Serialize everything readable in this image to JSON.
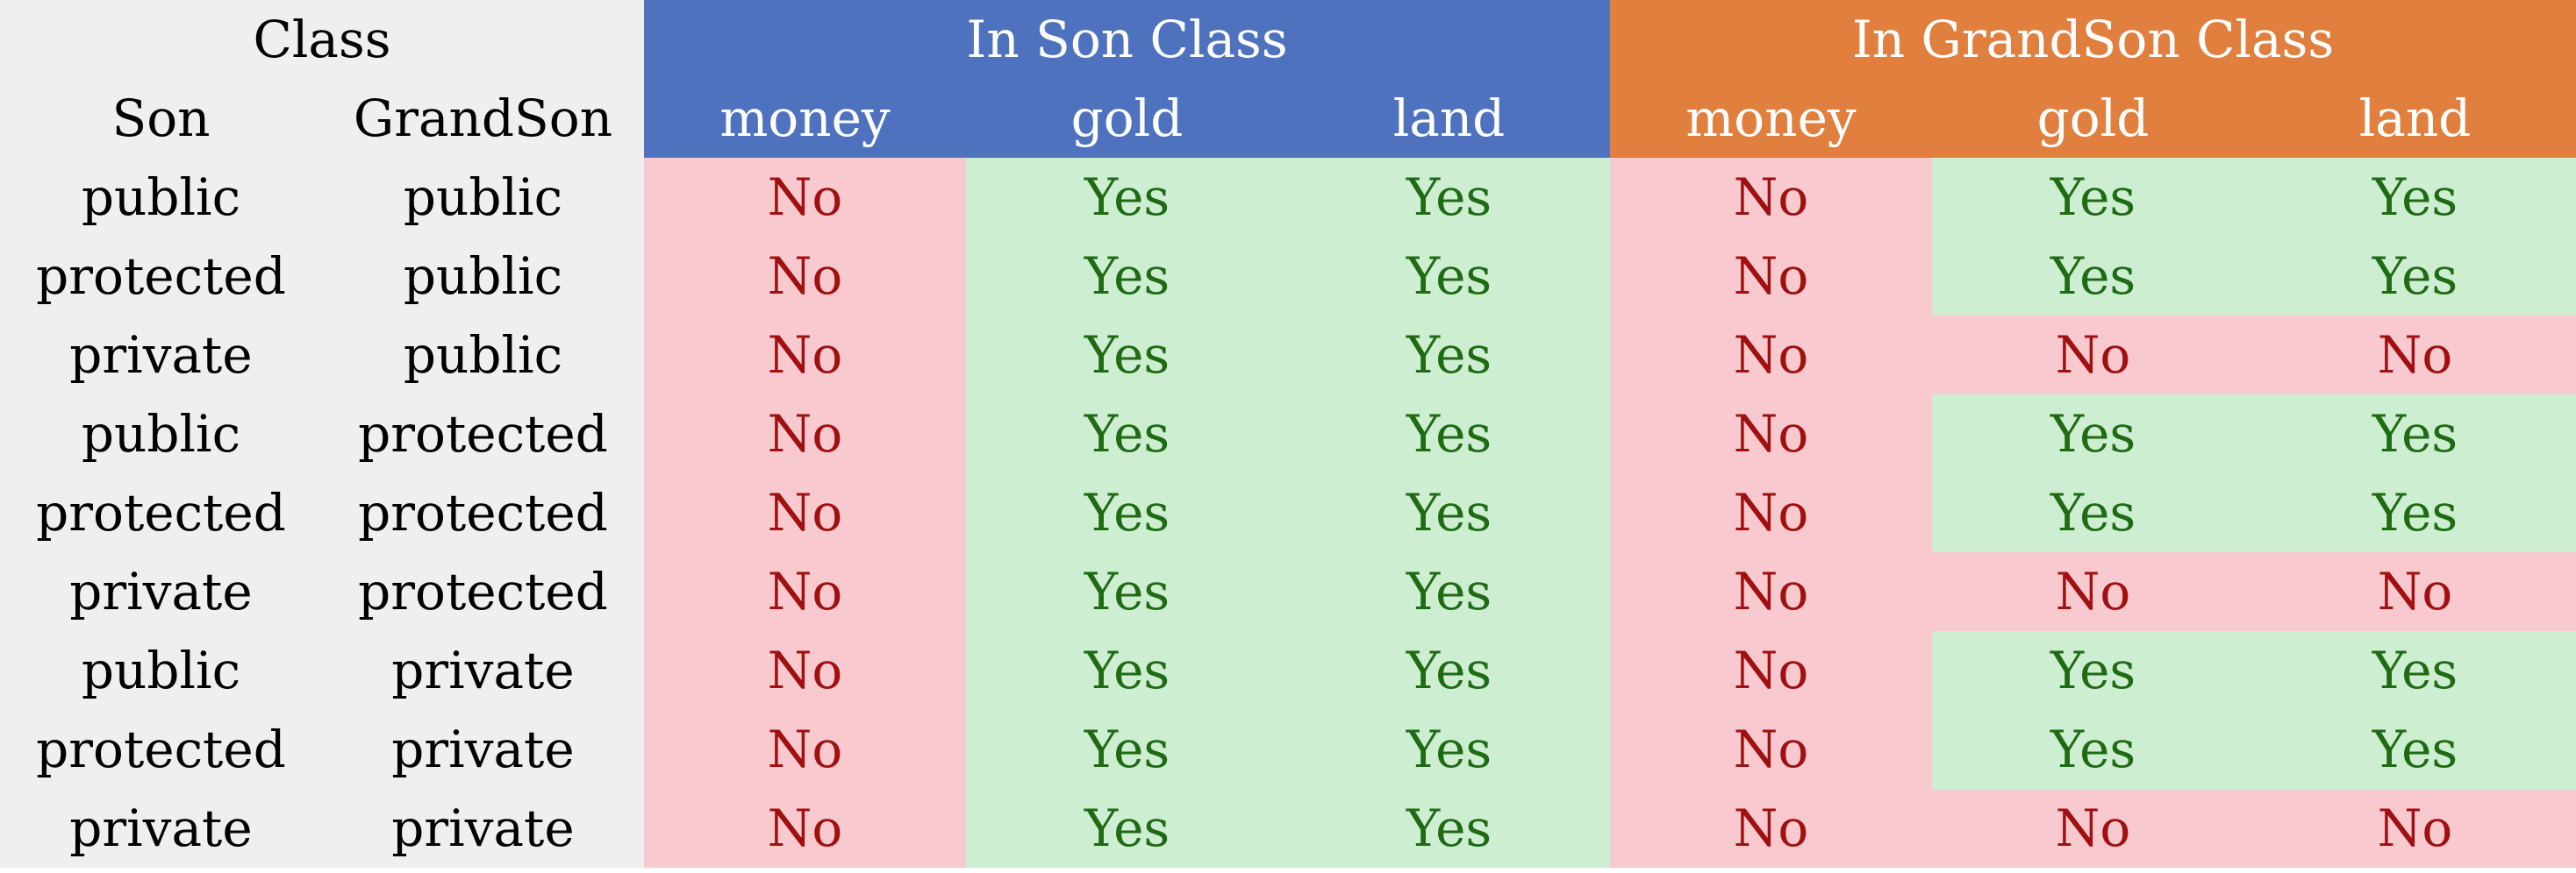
{
  "header": {
    "class_label": "Class",
    "son_group_label": "In Son Class",
    "grandson_group_label": "In GrandSon Class"
  },
  "subheader": {
    "son_col": "Son",
    "grandson_col": "GrandSon",
    "son_money": "money",
    "son_gold": "gold",
    "son_land": "land",
    "gson_money": "money",
    "gson_gold": "gold",
    "gson_land": "land"
  },
  "rows": [
    {
      "son": "public",
      "grandson": "public",
      "cells": [
        "No",
        "Yes",
        "Yes",
        "No",
        "Yes",
        "Yes"
      ]
    },
    {
      "son": "protected",
      "grandson": "public",
      "cells": [
        "No",
        "Yes",
        "Yes",
        "No",
        "Yes",
        "Yes"
      ]
    },
    {
      "son": "private",
      "grandson": "public",
      "cells": [
        "No",
        "Yes",
        "Yes",
        "No",
        "No",
        "No"
      ]
    },
    {
      "son": "public",
      "grandson": "protected",
      "cells": [
        "No",
        "Yes",
        "Yes",
        "No",
        "Yes",
        "Yes"
      ]
    },
    {
      "son": "protected",
      "grandson": "protected",
      "cells": [
        "No",
        "Yes",
        "Yes",
        "No",
        "Yes",
        "Yes"
      ]
    },
    {
      "son": "private",
      "grandson": "protected",
      "cells": [
        "No",
        "Yes",
        "Yes",
        "No",
        "No",
        "No"
      ]
    },
    {
      "son": "public",
      "grandson": "private",
      "cells": [
        "No",
        "Yes",
        "Yes",
        "No",
        "Yes",
        "Yes"
      ]
    },
    {
      "son": "protected",
      "grandson": "private",
      "cells": [
        "No",
        "Yes",
        "Yes",
        "No",
        "Yes",
        "Yes"
      ]
    },
    {
      "son": "private",
      "grandson": "private",
      "cells": [
        "No",
        "Yes",
        "Yes",
        "No",
        "No",
        "No"
      ]
    }
  ],
  "colors": {
    "son_header": "#4f72bf",
    "grandson_header": "#e07f3e",
    "no_bg": "#f8c9cf",
    "no_text": "#a01010",
    "yes_bg": "#cdeed1",
    "yes_text": "#1f6b14",
    "class_bg": "#efefef"
  }
}
